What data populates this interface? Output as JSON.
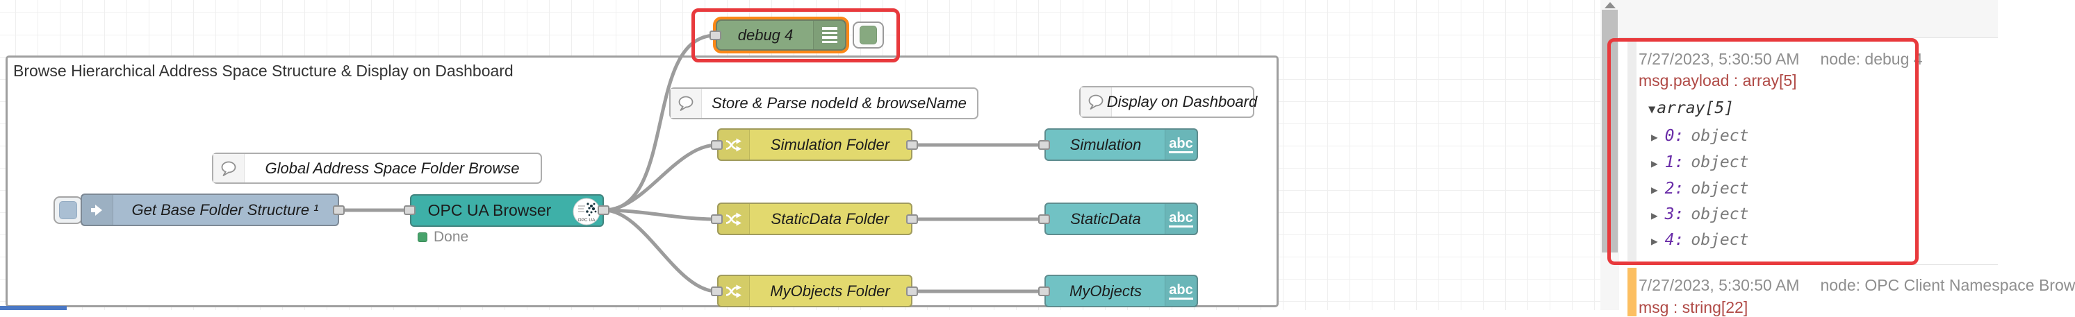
{
  "canvas": {
    "group": {
      "label": "Browse Hierarchical Address Space Structure & Display on Dashboard"
    },
    "comments": [
      {
        "label": "Global Address Space Folder Browse"
      },
      {
        "label": "Store & Parse nodeId & browseName"
      },
      {
        "label": "Display on Dashboard"
      }
    ],
    "inject": {
      "label": "Get Base Folder Structure ¹"
    },
    "opcua": {
      "label": "OPC UA Browser",
      "status": "Done",
      "icon_label": "OPC UA"
    },
    "switches": [
      {
        "label": "Simulation Folder"
      },
      {
        "label": "StaticData Folder"
      },
      {
        "label": "MyObjects Folder"
      }
    ],
    "ui_texts": [
      {
        "label": "Simulation"
      },
      {
        "label": "StaticData"
      },
      {
        "label": "MyObjects"
      }
    ],
    "debug": {
      "label": "debug 4"
    }
  },
  "icons": {
    "abc": "abc",
    "expanded": "▼",
    "collapsed": "▶"
  },
  "sidebar": {
    "messages": [
      {
        "timestamp": "7/27/2023, 5:30:50 AM",
        "source": "node: debug 4",
        "path": "msg.payload : array[5]",
        "root": "array[5]",
        "entries": [
          {
            "key": "0:",
            "value": "object"
          },
          {
            "key": "1:",
            "value": "object"
          },
          {
            "key": "2:",
            "value": "object"
          },
          {
            "key": "3:",
            "value": "object"
          },
          {
            "key": "4:",
            "value": "object"
          }
        ]
      },
      {
        "timestamp": "7/27/2023, 5:30:50 AM",
        "source": "node: OPC Client Namespace Brow",
        "path": "msg : string[22]"
      }
    ]
  },
  "colors": {
    "annotation_red": "#e8393c",
    "selection_orange": "#fb8817",
    "inject_node": "#a6bbcf",
    "opcua_node": "#3eb0a8",
    "switch_node": "#e2d96e",
    "ui_text_node": "#71c2c4",
    "debug_node": "#87a980",
    "status_green": "#47a36b",
    "wire_gray": "#9c9c9c",
    "debug_path_red": "#b04a46",
    "debug_key_purple": "#6a2da8",
    "message2_gutter_orange": "#fcbf61"
  }
}
